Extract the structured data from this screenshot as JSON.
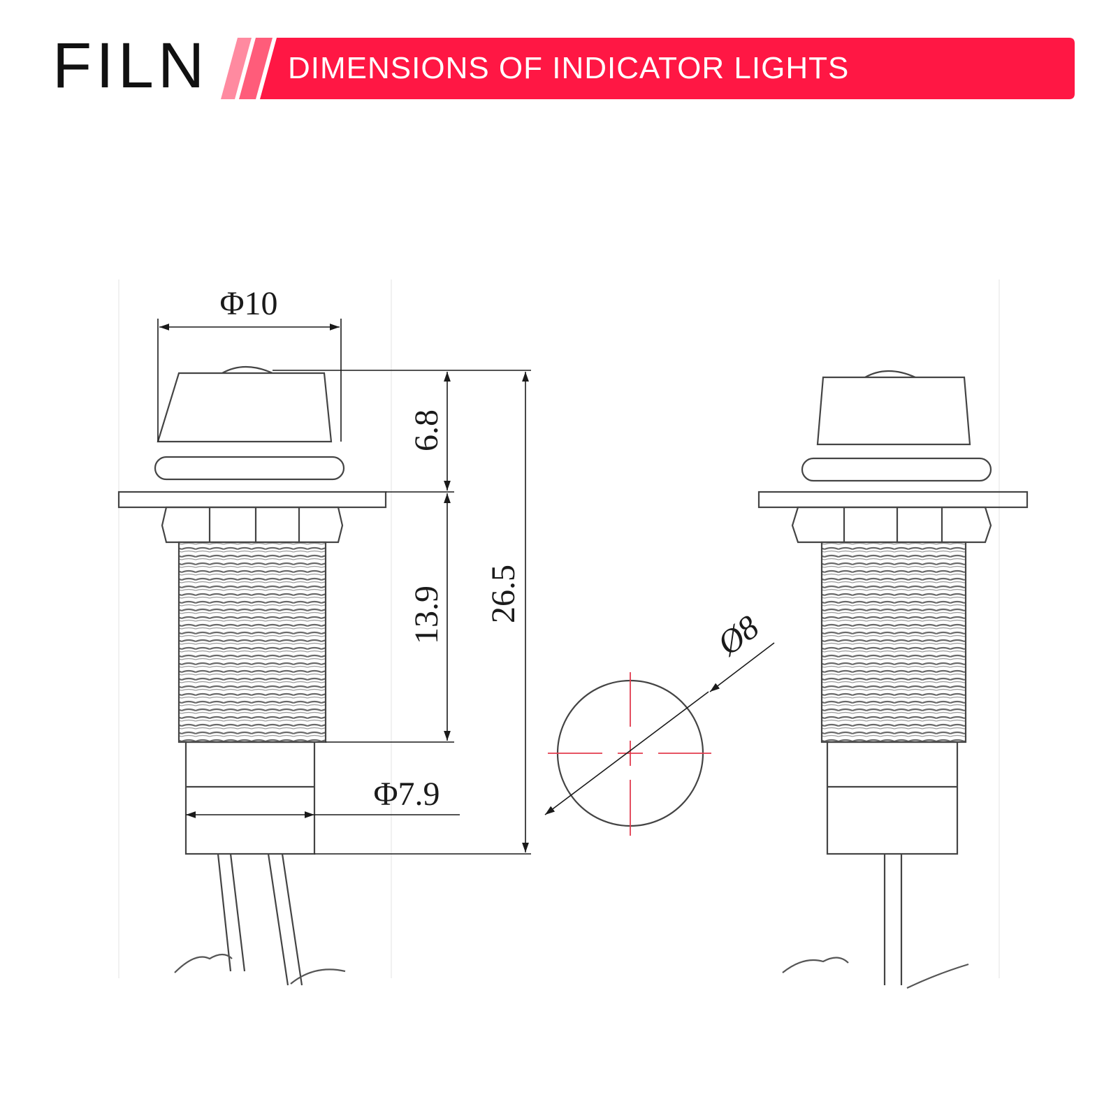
{
  "brand": {
    "name": "FILN"
  },
  "banner": {
    "title": "DIMENSIONS OF INDICATOR LIGHTS",
    "color": "#ff1744",
    "accent_light": "#ff8aa0",
    "accent_mid": "#ff5c7a"
  },
  "dimensions": {
    "head_diameter": "Φ10",
    "head_height": "6.8",
    "thread_length": "13.9",
    "total_length": "26.5",
    "base_diameter": "Φ7.9",
    "hole_diameter": "Ø8"
  },
  "colors": {
    "line": "#444444",
    "thread": "#666666",
    "center_mark": "#e23b4e"
  }
}
